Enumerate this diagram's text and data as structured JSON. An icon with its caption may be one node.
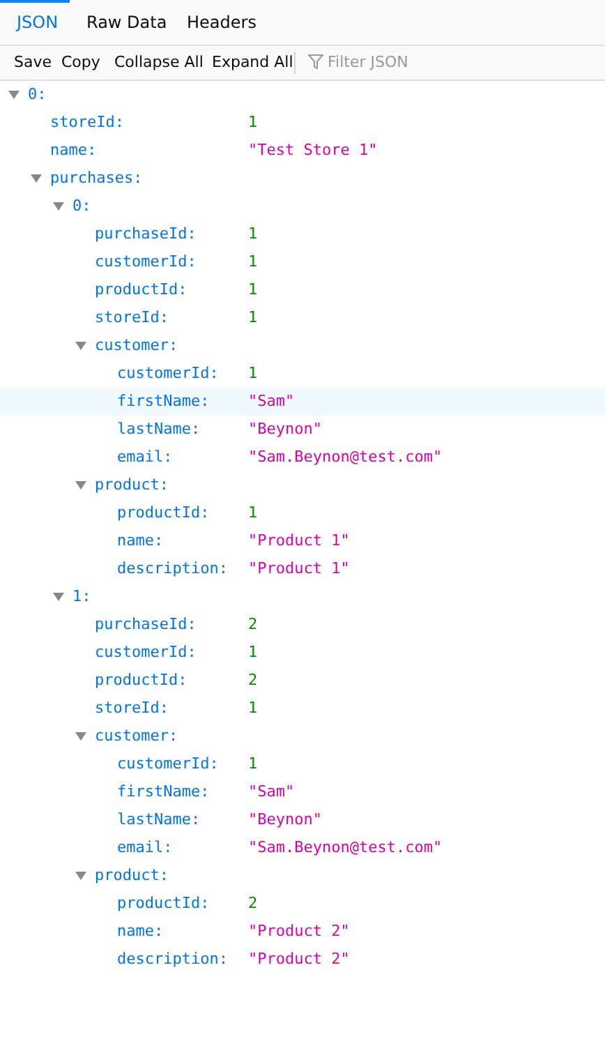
{
  "diagram": {
    "labels": [
      "JSON",
      "Raw Data",
      "Headers",
      "Save",
      "Copy",
      "Collapse All",
      "Expand All",
      "Filter JSON",
      "0:",
      "storeId:",
      "1",
      "name:",
      "\"Test Store 1\"",
      "purchases:",
      "0:",
      "purchaseId:",
      "1",
      "customerId:",
      "1",
      "productId:",
      "1",
      "storeId:",
      "1",
      "customer:",
      "customerId:",
      "1",
      "firstName:",
      "\"Sam\"",
      "lastName:",
      "\"Beynon\"",
      "email:",
      "\"Sam.Beynon@test.com\"",
      "product:",
      "productId:",
      "1",
      "name:",
      "\"Product 1\"",
      "description:",
      "\"Product 1\"",
      "1:",
      "purchaseId:",
      "2",
      "customerId:",
      "1",
      "productId:",
      "2",
      "storeId:",
      "1",
      "customer:",
      "customerId:",
      "1",
      "firstName:",
      "\"Sam\"",
      "lastName:",
      "\"Beynon\"",
      "email:",
      "\"Sam.Beynon@test.com\"",
      "product:",
      "productId:",
      "2",
      "name:",
      "\"Product 2\"",
      "description:",
      "\"Product 2\""
    ]
  }
}
